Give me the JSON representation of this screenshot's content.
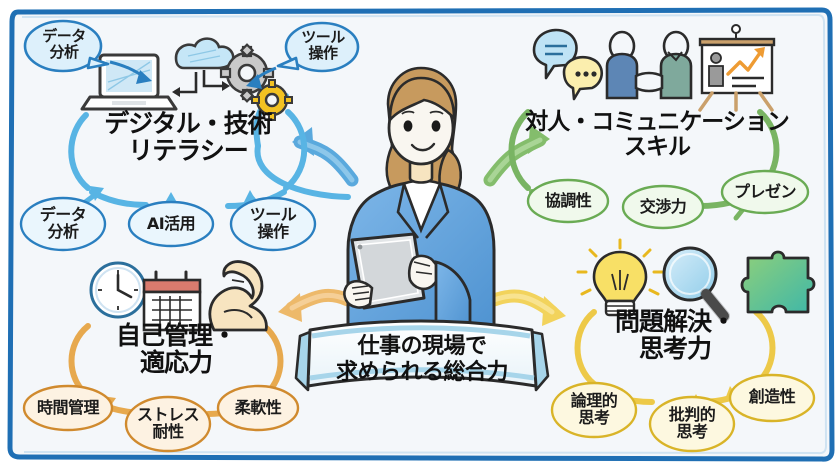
{
  "board": {
    "background_color": "#f4f7fa",
    "border_color": "#1f6fb4",
    "center_banner": {
      "line1": "仕事の現場で",
      "line2": "求められる総合力",
      "ribbon_color": "#bfe2f2"
    },
    "center_figure": {
      "name": "businesswoman-with-tablet",
      "suit_color": "#5b9bd5",
      "hair_color": "#c79a5e",
      "tablet_color": "#d9dde0"
    }
  },
  "quadrants": [
    {
      "id": "digital",
      "title": "デジタル・技術\nリテラシー",
      "accent_color": "#4aa8dc",
      "arc_color": "#58b4e4",
      "arrow_color": "#5aa9dd",
      "icons": [
        {
          "name": "laptop-icon",
          "label": "ラップトップ"
        },
        {
          "name": "cloud-sync-icon",
          "label": "クラウド同期"
        },
        {
          "name": "gear-icon",
          "label": "歯車"
        }
      ],
      "pills": [
        {
          "text": "データ\n分析",
          "shape": "ellipse"
        },
        {
          "text": "AI活用",
          "shape": "ellipse"
        },
        {
          "text": "ツール\n操作",
          "shape": "ellipse"
        }
      ],
      "bubbles": [
        {
          "text": "データ\n分析",
          "tail": "right"
        },
        {
          "text": "ツール\n操作",
          "tail": "left"
        }
      ]
    },
    {
      "id": "communication",
      "title": "対人・コミュニケーション\nスキル",
      "accent_color": "#6aab54",
      "arc_color": "#79b463",
      "arrow_color": "#84bd6c",
      "icons": [
        {
          "name": "speech-bubbles-icon",
          "label": "吹き出し"
        },
        {
          "name": "handshake-icon",
          "label": "握手"
        },
        {
          "name": "presentation-board-icon",
          "label": "プレゼン board"
        }
      ],
      "pills": [
        {
          "text": "協調性",
          "shape": "ellipse"
        },
        {
          "text": "交渉力",
          "shape": "ellipse"
        },
        {
          "text": "プレゼン",
          "shape": "ellipse"
        }
      ],
      "bubbles": []
    },
    {
      "id": "selfmanagement",
      "title": "自己管理・\n適応力",
      "accent_color": "#e0912f",
      "arc_color": "#e7a94e",
      "arrow_color": "#edb96a",
      "icons": [
        {
          "name": "clock-icon",
          "label": "時計"
        },
        {
          "name": "calendar-icon",
          "label": "カレンダー"
        },
        {
          "name": "flexed-bicep-icon",
          "label": "力こぶ"
        }
      ],
      "pills": [
        {
          "text": "時間管理",
          "shape": "ellipse"
        },
        {
          "text": "ストレス\n耐性",
          "shape": "ellipse"
        },
        {
          "text": "柔軟性",
          "shape": "ellipse"
        }
      ],
      "bubbles": []
    },
    {
      "id": "problemsolving",
      "title": "問題解決・\n思考力",
      "accent_color": "#e8c12e",
      "arc_color": "#edc948",
      "arrow_color": "#f2d35c",
      "icons": [
        {
          "name": "lightbulb-icon",
          "label": "電球"
        },
        {
          "name": "magnifier-icon",
          "label": "虫眼鏡"
        },
        {
          "name": "puzzle-piece-icon",
          "label": "パズルピース"
        }
      ],
      "pills": [
        {
          "text": "論理的\n思考",
          "shape": "ellipse"
        },
        {
          "text": "批判的\n思考",
          "shape": "ellipse"
        },
        {
          "text": "創造性",
          "shape": "ellipse"
        }
      ],
      "bubbles": []
    }
  ]
}
